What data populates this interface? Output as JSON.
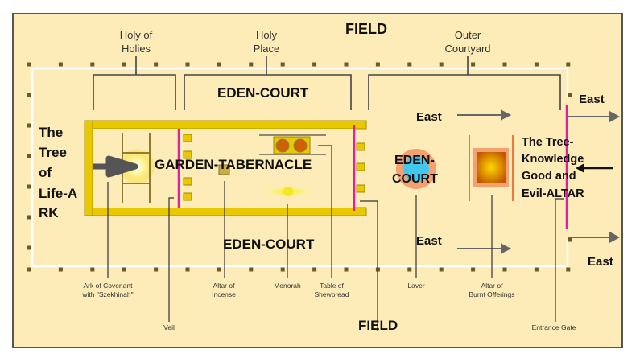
{
  "labels": {
    "field_top": "FIELD",
    "field_bottom": "FIELD",
    "holy_of_holies": [
      "Holy of",
      "Holies"
    ],
    "holy_place": [
      "Holy",
      "Place"
    ],
    "outer_courtyard": [
      "Outer",
      "Courtyard"
    ],
    "eden_court_top": "EDEN-COURT",
    "eden_court_bottom": "EDEN-COURT",
    "eden_court_laver": [
      "EDEN-",
      "COURT"
    ],
    "garden_tabernacle": "GARDEN-TABERNACLE",
    "tree_of_life": [
      "The",
      "Tree",
      "of",
      "Life-A",
      "RK"
    ],
    "tree_knowledge": [
      "The Tree-",
      "Knowledge",
      "Good and",
      "Evil-ALTAR"
    ],
    "east_1": "East",
    "east_2": "East",
    "east_3": "East",
    "east_4": "East"
  },
  "items": {
    "ark": [
      "Ark of Covenant",
      "with \"Szekhinah\""
    ],
    "veil": "Veil",
    "altar_incense": [
      "Altar of",
      "Incense"
    ],
    "menorah": "Menorah",
    "table": [
      "Table of",
      "Shewbread"
    ],
    "laver": "Laver",
    "altar_burnt": [
      "Altar of",
      "Burnt Offerings"
    ],
    "gate": "Entrance Gate"
  },
  "colors": {
    "background": "#fdebb8",
    "tabernacle": "#e8c800",
    "veil": "#e020a0",
    "laver_water": "#40c8f0",
    "bronze": "#f07840"
  }
}
